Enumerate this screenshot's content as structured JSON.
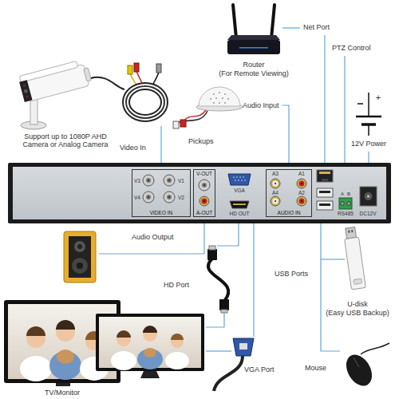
{
  "diagram": {
    "nodes": [
      {
        "text": [
          "VIDEO IN"
        ]
      },
      {
        "text": [
          "V-OUT",
          "A-OUT"
        ]
      },
      {
        "text": [
          "AUDIO IN"
        ]
      }
    ],
    "labels": [
      "Router",
      "(For Remote Viewing)",
      "Net Port",
      "PTZ Control",
      "Support up to 1080P AHD Camera or Analog Camera",
      "Video In",
      "Audio Input",
      "Pickups",
      "+",
      "12V Power",
      "V3",
      "V1",
      "V4",
      "V2",
      "VGA",
      "HD OUT",
      "A3",
      "A1",
      "A4",
      "A2",
      "RS485",
      "DC12V",
      "A",
      "B",
      "Audio Output",
      "HD Port",
      "USB Ports",
      "U-disk",
      "(Easy USB Backup)",
      "VGA Port",
      "Mouse",
      "TV/Monitor"
    ]
  }
}
